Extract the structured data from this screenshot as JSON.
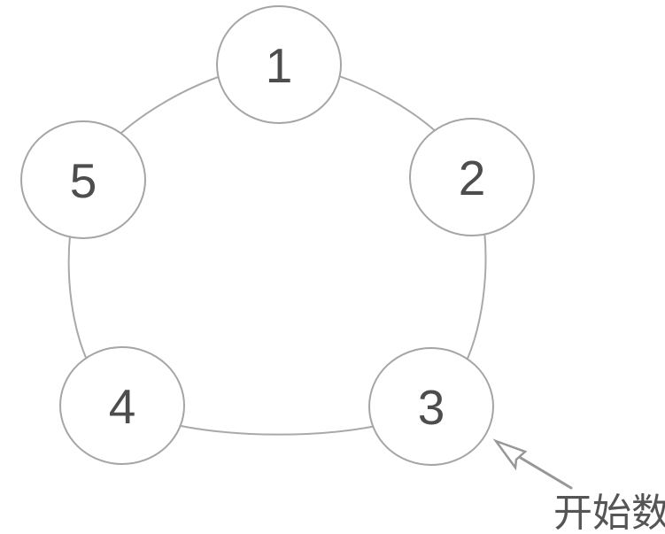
{
  "diagram": {
    "type": "circular-counting-ring",
    "nodes": [
      {
        "label": "1"
      },
      {
        "label": "2"
      },
      {
        "label": "3"
      },
      {
        "label": "4"
      },
      {
        "label": "5"
      }
    ],
    "annotation": {
      "label": "开始数",
      "points_to_node": "3"
    },
    "colors": {
      "background": "#ffffff",
      "ring_line": "#a9a9a9",
      "node_outline": "#a5a5a5",
      "node_fill": "#ffffff",
      "number_text": "#4d4d4d",
      "arrow": "#979797",
      "annotation_text": "#555555"
    }
  }
}
